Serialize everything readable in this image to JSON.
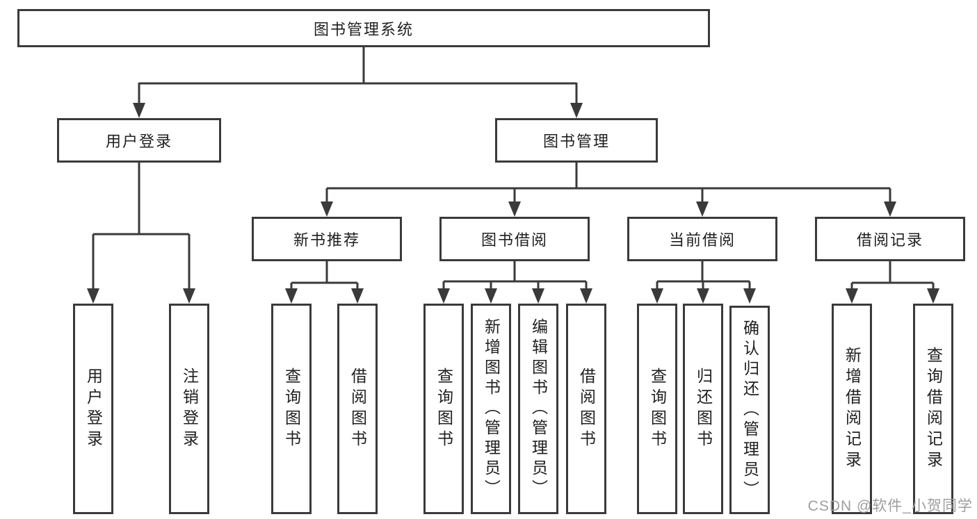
{
  "diagram_type": "hierarchy-chart",
  "colors": {
    "line": "#3a3a3a",
    "box_border": "#3a3a3a",
    "box_background": "#ffffff",
    "text": "#1f1f1f",
    "watermark": "#9e9e9e"
  },
  "nodes": {
    "root": {
      "label": "图书管理系统"
    },
    "user_login_group": {
      "label": "用户登录"
    },
    "book_management": {
      "label": "图书管理"
    },
    "new_book_recommend": {
      "label": "新书推荐"
    },
    "book_borrowing": {
      "label": "图书借阅"
    },
    "current_borrowing": {
      "label": "当前借阅"
    },
    "borrowing_records": {
      "label": "借阅记录"
    },
    "leaf_user_login": {
      "label": "用户登录"
    },
    "leaf_logout": {
      "label": "注销登录"
    },
    "leaf_nbr_query_books": {
      "label": "查询图书"
    },
    "leaf_nbr_borrow_books": {
      "label": "借阅图书"
    },
    "leaf_bb_query_books": {
      "label": "查询图书"
    },
    "leaf_bb_add_books": {
      "label": "新增图书（管理员）"
    },
    "leaf_bb_edit_books": {
      "label": "编辑图书（管理员）"
    },
    "leaf_bb_borrow_books": {
      "label": "借阅图书"
    },
    "leaf_cb_query_books": {
      "label": "查询图书"
    },
    "leaf_cb_return_books": {
      "label": "归还图书"
    },
    "leaf_cb_confirm_return": {
      "label": "确认归还（管理员）"
    },
    "leaf_br_add_record": {
      "label": "新增借阅记录"
    },
    "leaf_br_query_record": {
      "label": "查询借阅记录"
    }
  },
  "structure": {
    "图书管理系统": {
      "用户登录": [
        "用户登录",
        "注销登录"
      ],
      "图书管理": {
        "新书推荐": [
          "查询图书",
          "借阅图书"
        ],
        "图书借阅": [
          "查询图书",
          "新增图书（管理员）",
          "编辑图书（管理员）",
          "借阅图书"
        ],
        "当前借阅": [
          "查询图书",
          "归还图书",
          "确认归还（管理员）"
        ],
        "借阅记录": [
          "新增借阅记录",
          "查询借阅记录"
        ]
      }
    }
  },
  "watermark": {
    "text": "CSDN @软件_小贺同学"
  }
}
